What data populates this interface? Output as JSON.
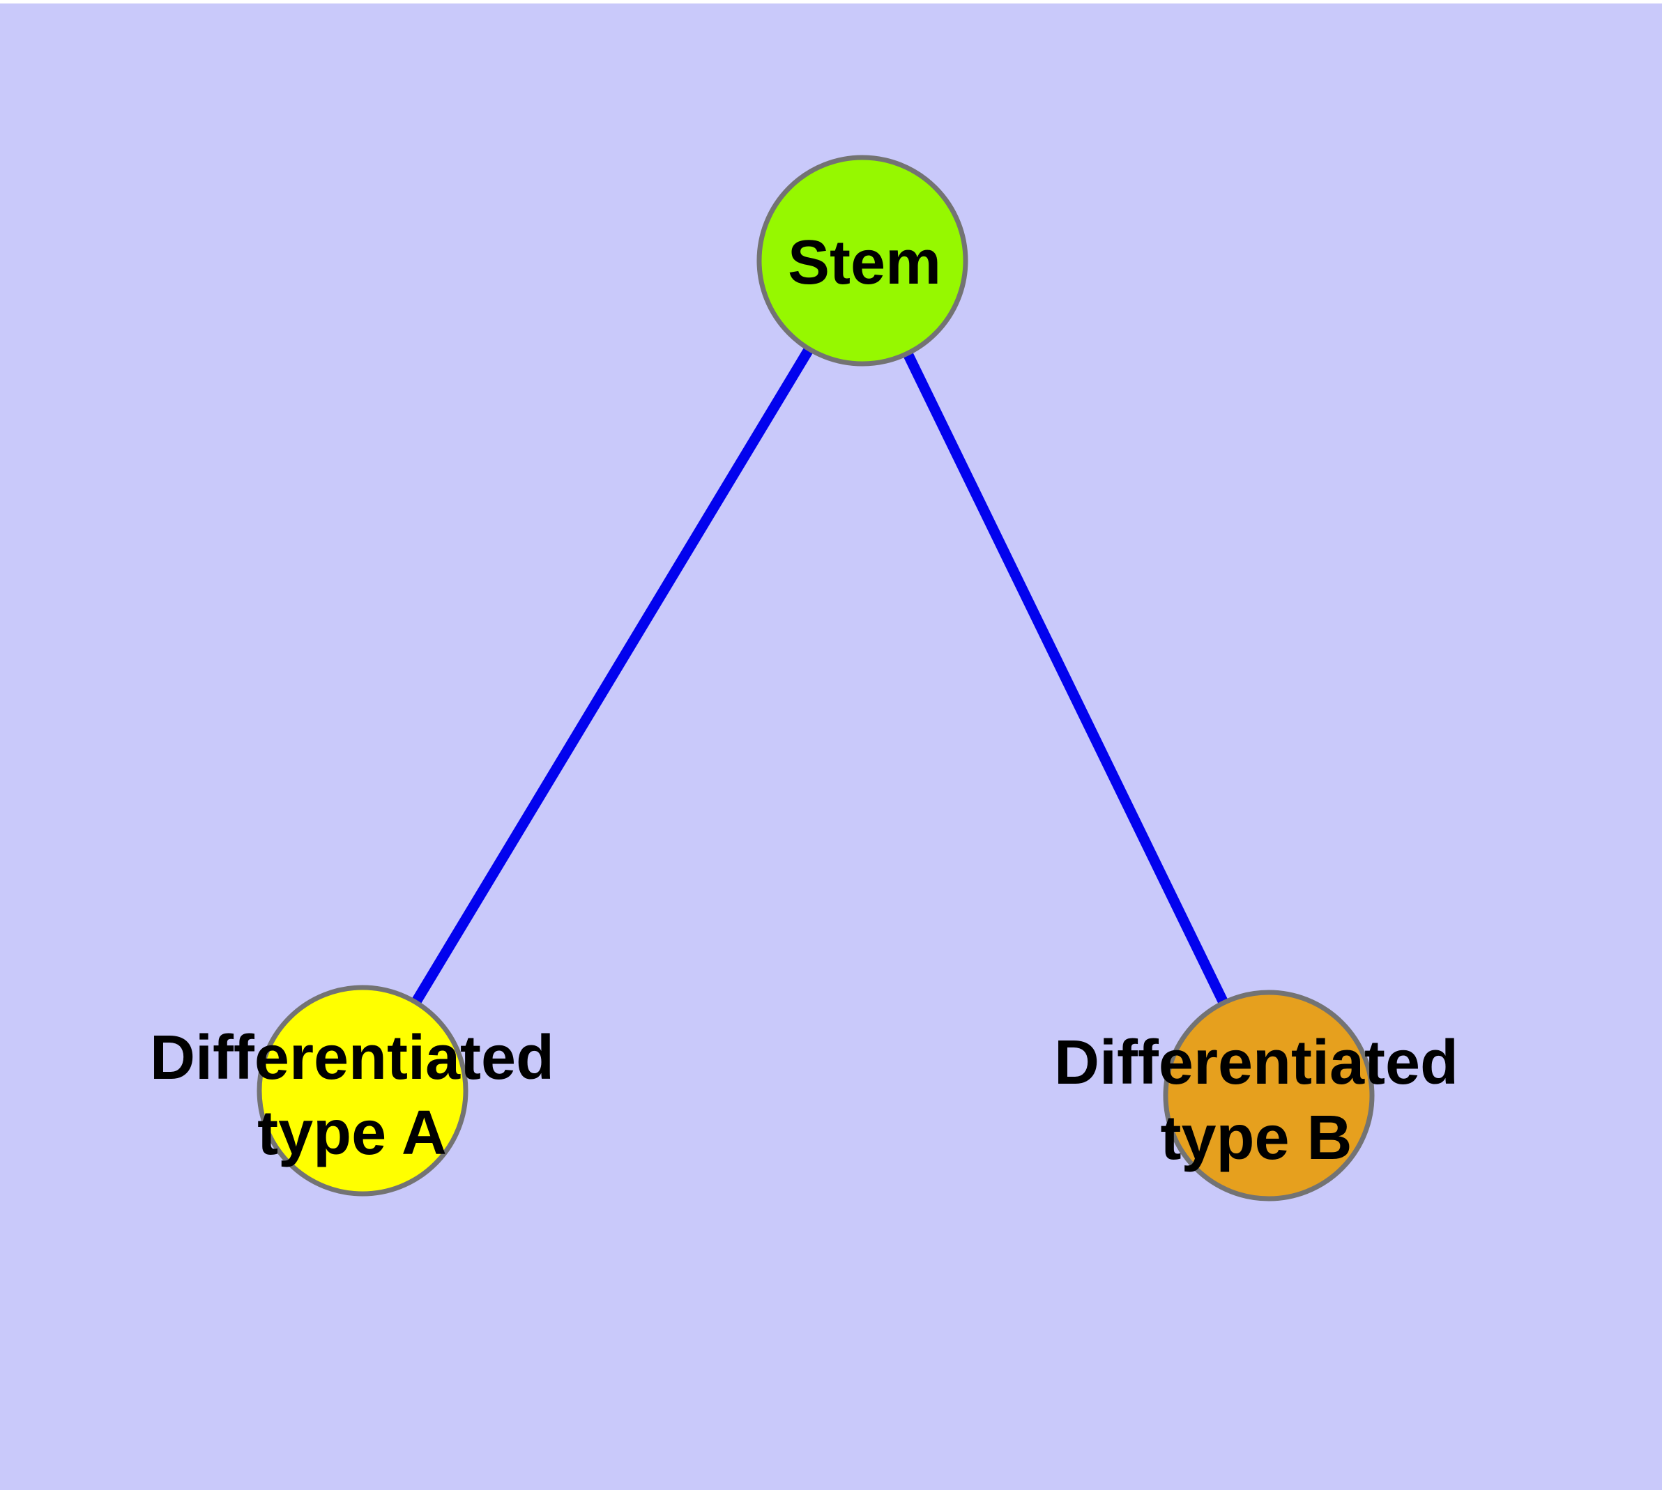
{
  "diagram": {
    "type": "network-graph",
    "background_color": "#C9C9FA",
    "top_margin_color": "#FFFFFF",
    "edge_color": "#0202EE",
    "node_border_color": "#737373",
    "nodes": [
      {
        "id": "stem",
        "label": "Stem",
        "line1": "Stem",
        "fill": "#96F800"
      },
      {
        "id": "differentiated-type-a",
        "label": "Differentiated type A",
        "line1": "Differentiated",
        "line2": "type A",
        "fill": "#FFFF00"
      },
      {
        "id": "differentiated-type-b",
        "label": "Differentiated type B",
        "line1": "Differentiated",
        "line2": "type B",
        "fill": "#E6A01E"
      }
    ],
    "edges": [
      {
        "from": "stem",
        "to": "differentiated-type-a"
      },
      {
        "from": "stem",
        "to": "differentiated-type-b"
      }
    ]
  }
}
